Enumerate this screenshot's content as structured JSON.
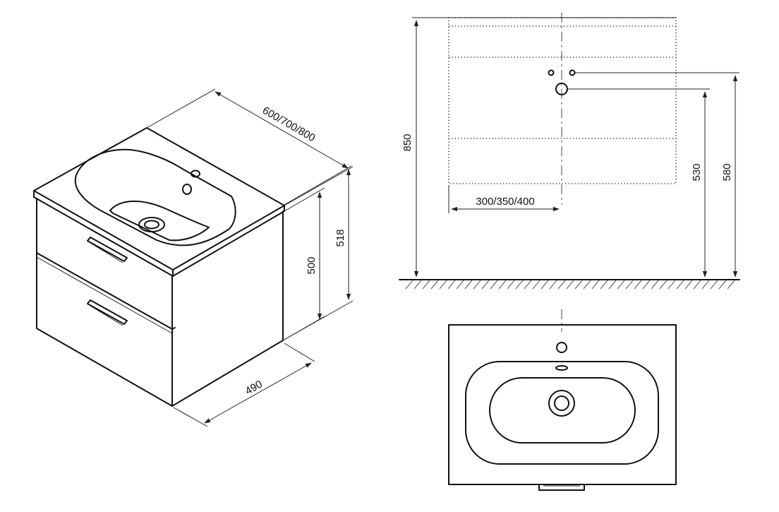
{
  "dimensions": {
    "iso_width": "600/700/800",
    "iso_overall_height": "518",
    "iso_cabinet_height": "500",
    "iso_depth": "490",
    "front_overall_height": "850",
    "front_drain_height": "530",
    "front_tap_height": "580",
    "front_center_offset": "300/350/400"
  }
}
